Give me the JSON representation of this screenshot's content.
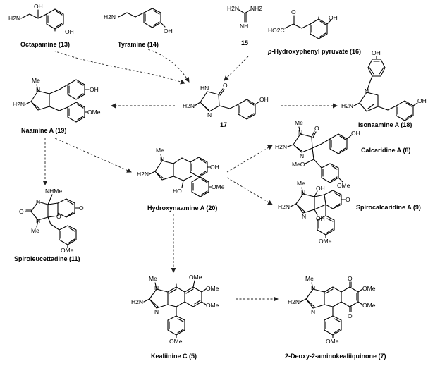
{
  "compounds": {
    "octopamine": "Octapamine (13)",
    "tyramine": "Tyramine (14)",
    "guanidine": "15",
    "pyruvate": "p-Hydroxyphenyl pyruvate (16)",
    "pyruvate_italic_prefix": "p",
    "pyruvate_rest": "-Hydroxyphenyl pyruvate (16)",
    "intermediate": "17",
    "naamine": "Naamine A (19)",
    "isonaamine": "Isonaamine A (18)",
    "calcaridine": "Calcaridine A (8)",
    "hydroxynaamine": "Hydroxynaamine A (20)",
    "spirocalcaridine": "Spirocalcaridine A (9)",
    "spiroleucettadine": "Spiroleucettadine (11)",
    "kealiinine": "Kealiinine C (5)",
    "quinone": "2-Deoxy-2-aminokealiiquinone (7)"
  },
  "atoms": {
    "oh": "OH",
    "h2n": "H2N",
    "nh2": "NH2",
    "nh": "NH",
    "hn": "HN",
    "n": "N",
    "o": "O",
    "me": "Me",
    "ome": "OMe",
    "meo": "MeO",
    "ho": "HO",
    "nhme": "NHMe",
    "ho2c": "HO2C"
  }
}
